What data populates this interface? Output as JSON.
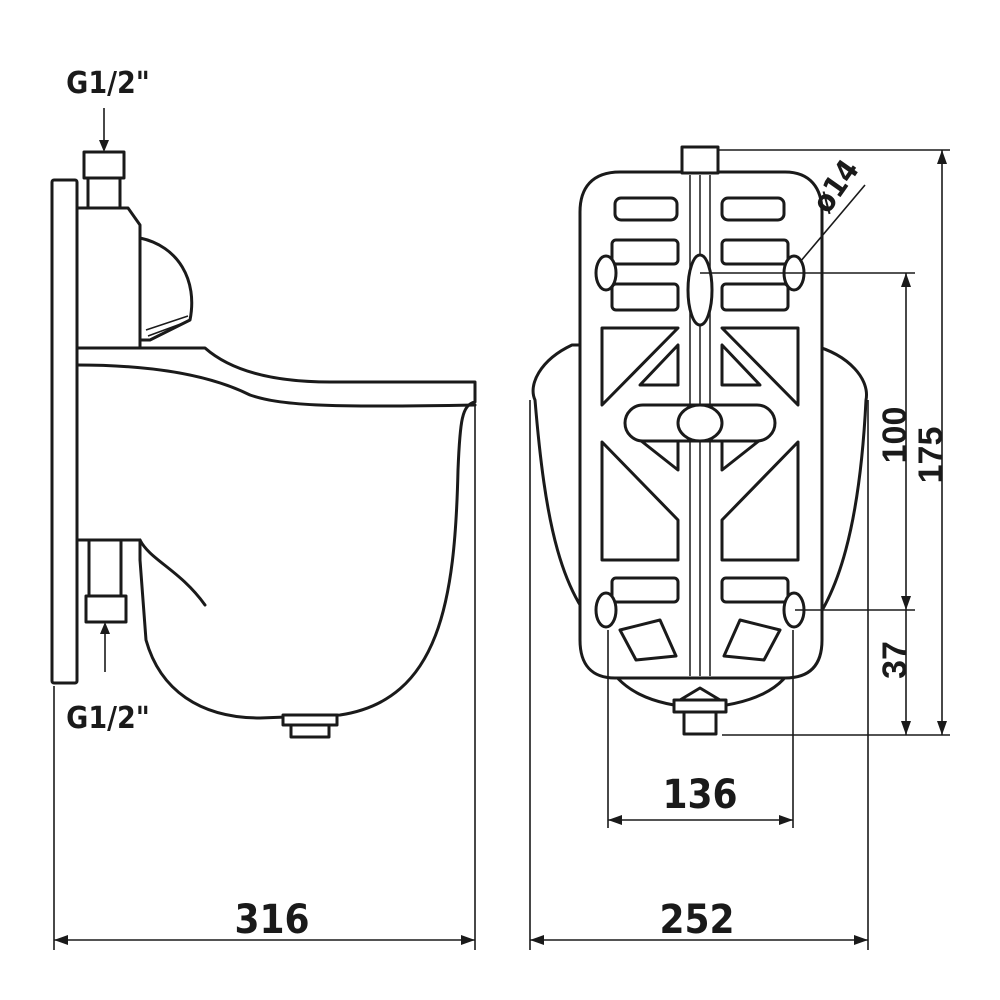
{
  "side_view": {
    "inlet_top_label": "G1/2\"",
    "inlet_bottom_label": "G1/2\"",
    "width_label": "316"
  },
  "front_view": {
    "width_label": "252",
    "hole_spacing_label": "136",
    "hole_diameter_label": "ø14",
    "height_label": "175",
    "hole_vertical_spacing_label": "100",
    "bottom_offset_label": "37"
  }
}
